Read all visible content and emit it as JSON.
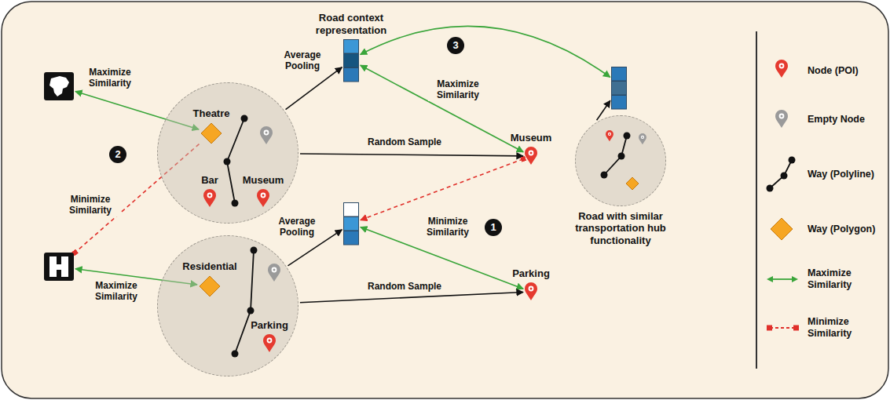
{
  "diagram": {
    "nodes": [
      {
        "text": []
      },
      {
        "text": []
      },
      {
        "text": [
          "Theatre"
        ],
        "in": 1
      },
      {
        "text": [
          "Museum"
        ],
        "in": 1
      },
      {
        "text": [
          "Bar"
        ],
        "in": 1
      },
      {
        "text": [
          "Road context representation"
        ]
      },
      {
        "text": [
          "Museum"
        ]
      },
      {
        "text": []
      },
      {
        "text": [
          "Parking"
        ]
      },
      {
        "text": []
      },
      {
        "text": [
          "Residential"
        ],
        "in": 9
      },
      {
        "text": [
          "Parking"
        ],
        "in": 9
      },
      {
        "text": []
      },
      {
        "text": []
      },
      {
        "text": [
          "Road with similar transportation hub functionality"
        ]
      }
    ],
    "edges": [
      {
        "from": 2,
        "to": 0,
        "arrow": "both",
        "label": "Maximize Similarity"
      },
      {
        "from": 1,
        "to": 5,
        "arrow": "to",
        "label": "Average Pooling"
      },
      {
        "from": 5,
        "to": 6,
        "arrow": "both",
        "label": "Maximize Similarity"
      },
      {
        "from": 1,
        "to": 6,
        "arrow": "to",
        "label": "Random Sample"
      },
      {
        "from": 2,
        "to": 12,
        "arrow": "none",
        "label": "Minimize Similarity"
      },
      {
        "from": 6,
        "to": 7,
        "arrow": "to",
        "label": "Minimize Similarity"
      },
      {
        "from": 7,
        "to": 8,
        "arrow": "both"
      },
      {
        "from": 9,
        "to": 7,
        "arrow": "to",
        "label": "Average Pooling"
      },
      {
        "from": 9,
        "to": 8,
        "arrow": "to",
        "label": "Random Sample"
      },
      {
        "from": 10,
        "to": 12,
        "arrow": "both",
        "label": "Maximize Similarity"
      },
      {
        "from": 5,
        "to": 13,
        "arrow": "both"
      },
      {
        "from": 14,
        "to": 13,
        "arrow": "to"
      }
    ],
    "labels": [
      "1",
      "2",
      "3"
    ],
    "legend": [
      {
        "text": "Node (POI)"
      },
      {
        "text": "Empty Node"
      },
      {
        "text": "Way (Polyline)"
      },
      {
        "text": "Way (Polygon)"
      },
      {
        "text": "Maximize Similarity"
      },
      {
        "text": "Minimize Similarity"
      }
    ]
  }
}
